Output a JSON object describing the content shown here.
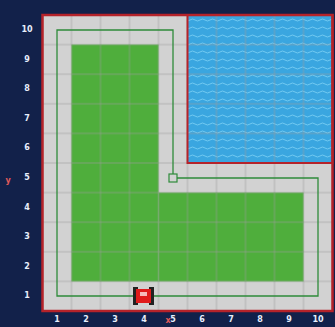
{
  "diagram": {
    "labels": [
      "10",
      "9",
      "8",
      "7",
      "6",
      "5",
      "4",
      "3",
      "2",
      "1",
      "y",
      "1",
      "2",
      "3",
      "4",
      "5",
      "6",
      "7",
      "8",
      "9",
      "10",
      "x"
    ]
  }
}
